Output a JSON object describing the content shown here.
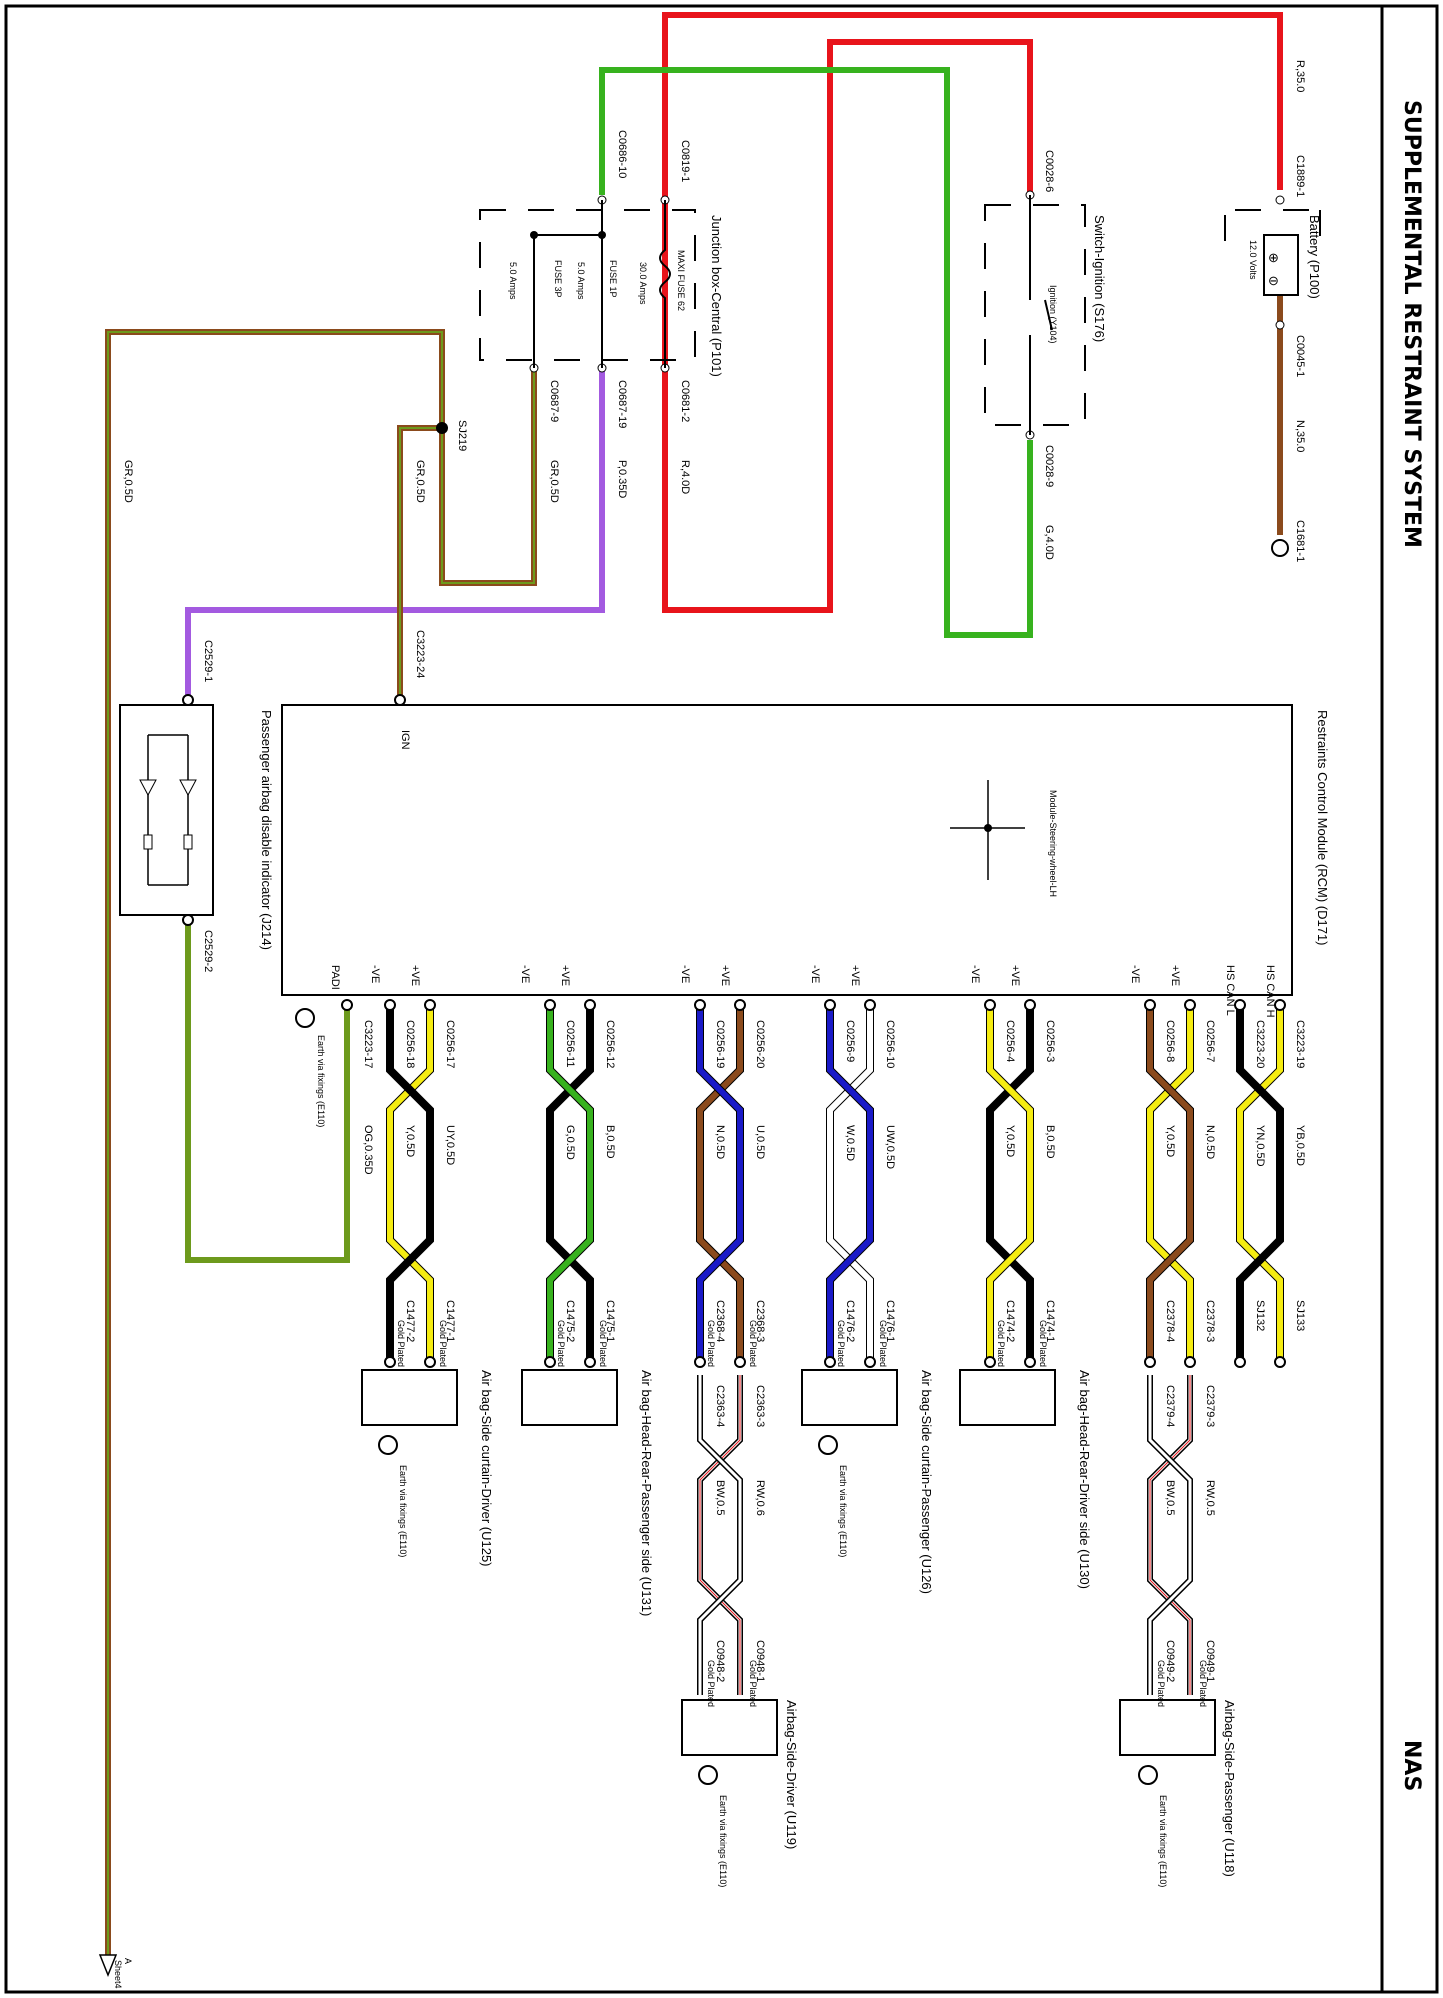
{
  "header": {
    "title": "SUPPLEMENTAL RESTRAINT SYSTEM",
    "market": "NAS",
    "sheet_ref": "A",
    "sheet_label": "Sheet4"
  },
  "colors": {
    "red": "#e8141b",
    "green": "#37b21e",
    "brown": "#8b4a1c",
    "purple": "#a35ae0",
    "olive": "#6d9a1c",
    "yellow": "#f5ec12",
    "black": "#000000",
    "blue": "#1a1ac8",
    "white_wire": "#ffffff"
  },
  "battery": {
    "name": "Battery (P100)",
    "volts": "12.0 Volts",
    "pos_connector": "C1889-1",
    "neg_connector": "C0045-1",
    "pos_wire": "R,35.0",
    "neg_wire": "N,35.0",
    "ground": "C1681-1"
  },
  "ignition": {
    "name": "Switch-Ignition (S176)",
    "sub": "Ignition (Y104)",
    "in_connector": "C0028-6",
    "out_connector": "C0028-9",
    "out_wire": "G,4.0D"
  },
  "junction_box": {
    "name": "Junction box-Central (P101)",
    "maxi_fuse": "MAXI FUSE 62",
    "maxi_amps": "30.0 Amps",
    "fuse1": "FUSE 1P",
    "fuse1_amps": "5.0 Amps",
    "fuse2": "FUSE 3P",
    "fuse2_amps": "5.0 Amps",
    "c_in1": "C0819-1",
    "c_in2": "C0686-10",
    "c_out1": "C0681-2",
    "c_out2": "C0687-19",
    "c_out3": "C0687-9",
    "w_out1": "R,4.0D",
    "w_out2": "P,0.35D",
    "w_out3": "GR,0.5D"
  },
  "splice": {
    "name": "SJ219",
    "w1": "GR,0.5D",
    "w2": "GR,0.5D"
  },
  "rcm": {
    "name": "Restraints Control Module (RCM) (D171)",
    "ign_pin": "IGN",
    "ign_connector": "C3223-24",
    "steering": "Module-Steering-wheel-LH",
    "pins": [
      "HS CAN H",
      "HS CAN L",
      "+VE",
      "-VE",
      "+VE",
      "-VE",
      "+VE",
      "-VE",
      "+VE",
      "-VE",
      "+VE",
      "-VE",
      "+VE",
      "-VE",
      "PADI"
    ]
  },
  "passenger_indicator": {
    "name": "Passenger airbag disable indicator (J214)",
    "c1": "C2529-1",
    "c2": "C2529-2"
  },
  "harness": [
    {
      "c1": "C3223-19",
      "c2": "C3223-20",
      "w1": "YB,0.5D",
      "w2": "YN,0.5D",
      "e1": "SJ133",
      "e2": "SJ132"
    },
    {
      "c1": "C0256-7",
      "c2": "C0256-8",
      "w1": "N,0.5D",
      "w2": "Y,0.5D",
      "e1": "C2378-3",
      "e2": "C2378-4"
    },
    {
      "c1": "C0256-3",
      "c2": "C0256-4",
      "w1": "B,0.5D",
      "w2": "Y,0.5D",
      "e1": "C1474-1",
      "e2": "C1474-2"
    },
    {
      "c1": "C0256-10",
      "c2": "C0256-9",
      "w1": "UW,0.5D",
      "w2": "W,0.5D",
      "e1": "C1476-1",
      "e2": "C1476-2"
    },
    {
      "c1": "C0256-20",
      "c2": "C0256-19",
      "w1": "U,0.5D",
      "w2": "N,0.5D",
      "e1": "C2368-3",
      "e2": "C2368-4"
    },
    {
      "c1": "C0256-12",
      "c2": "C0256-11",
      "w1": "B,0.5D",
      "w2": "G,0.5D",
      "e1": "C1475-1",
      "e2": "C1475-2"
    },
    {
      "c1": "C0256-17",
      "c2": "C0256-18",
      "w1": "UY,0.5D",
      "w2": "Y,0.5D",
      "e1": "C1477-1",
      "e2": "C1477-2"
    }
  ],
  "padi": {
    "connector": "C3223-17",
    "wire": "OG,0.35D"
  },
  "earth": "Earth via fixings (E110)",
  "gold": "Gold Plated",
  "airbags": {
    "driver_head": "Air bag-Head-Rear-Driver side (U130)",
    "pass_curtain": "Air bag-Side curtain-Passenger (U126)",
    "pass_head": "Air bag-Head-Rear-Passenger side (U131)",
    "driver_curtain": "Air bag-Side curtain-Driver (U125)",
    "side_pass": "Airbag-Side-Passenger (U118)",
    "side_driver": "Airbag-Side-Driver (U119)"
  },
  "side_links": {
    "pass": {
      "c1": "C2379-3",
      "c2": "C2379-4",
      "w1": "RW,0.5",
      "w2": "BW,0.5",
      "e1": "C0949-1",
      "e2": "C0949-2"
    },
    "driver": {
      "c1": "C2363-3",
      "c2": "C2363-4",
      "w1": "RW,0.6",
      "w2": "BW,0.5",
      "e1": "C0948-1",
      "e2": "C0948-2"
    }
  }
}
